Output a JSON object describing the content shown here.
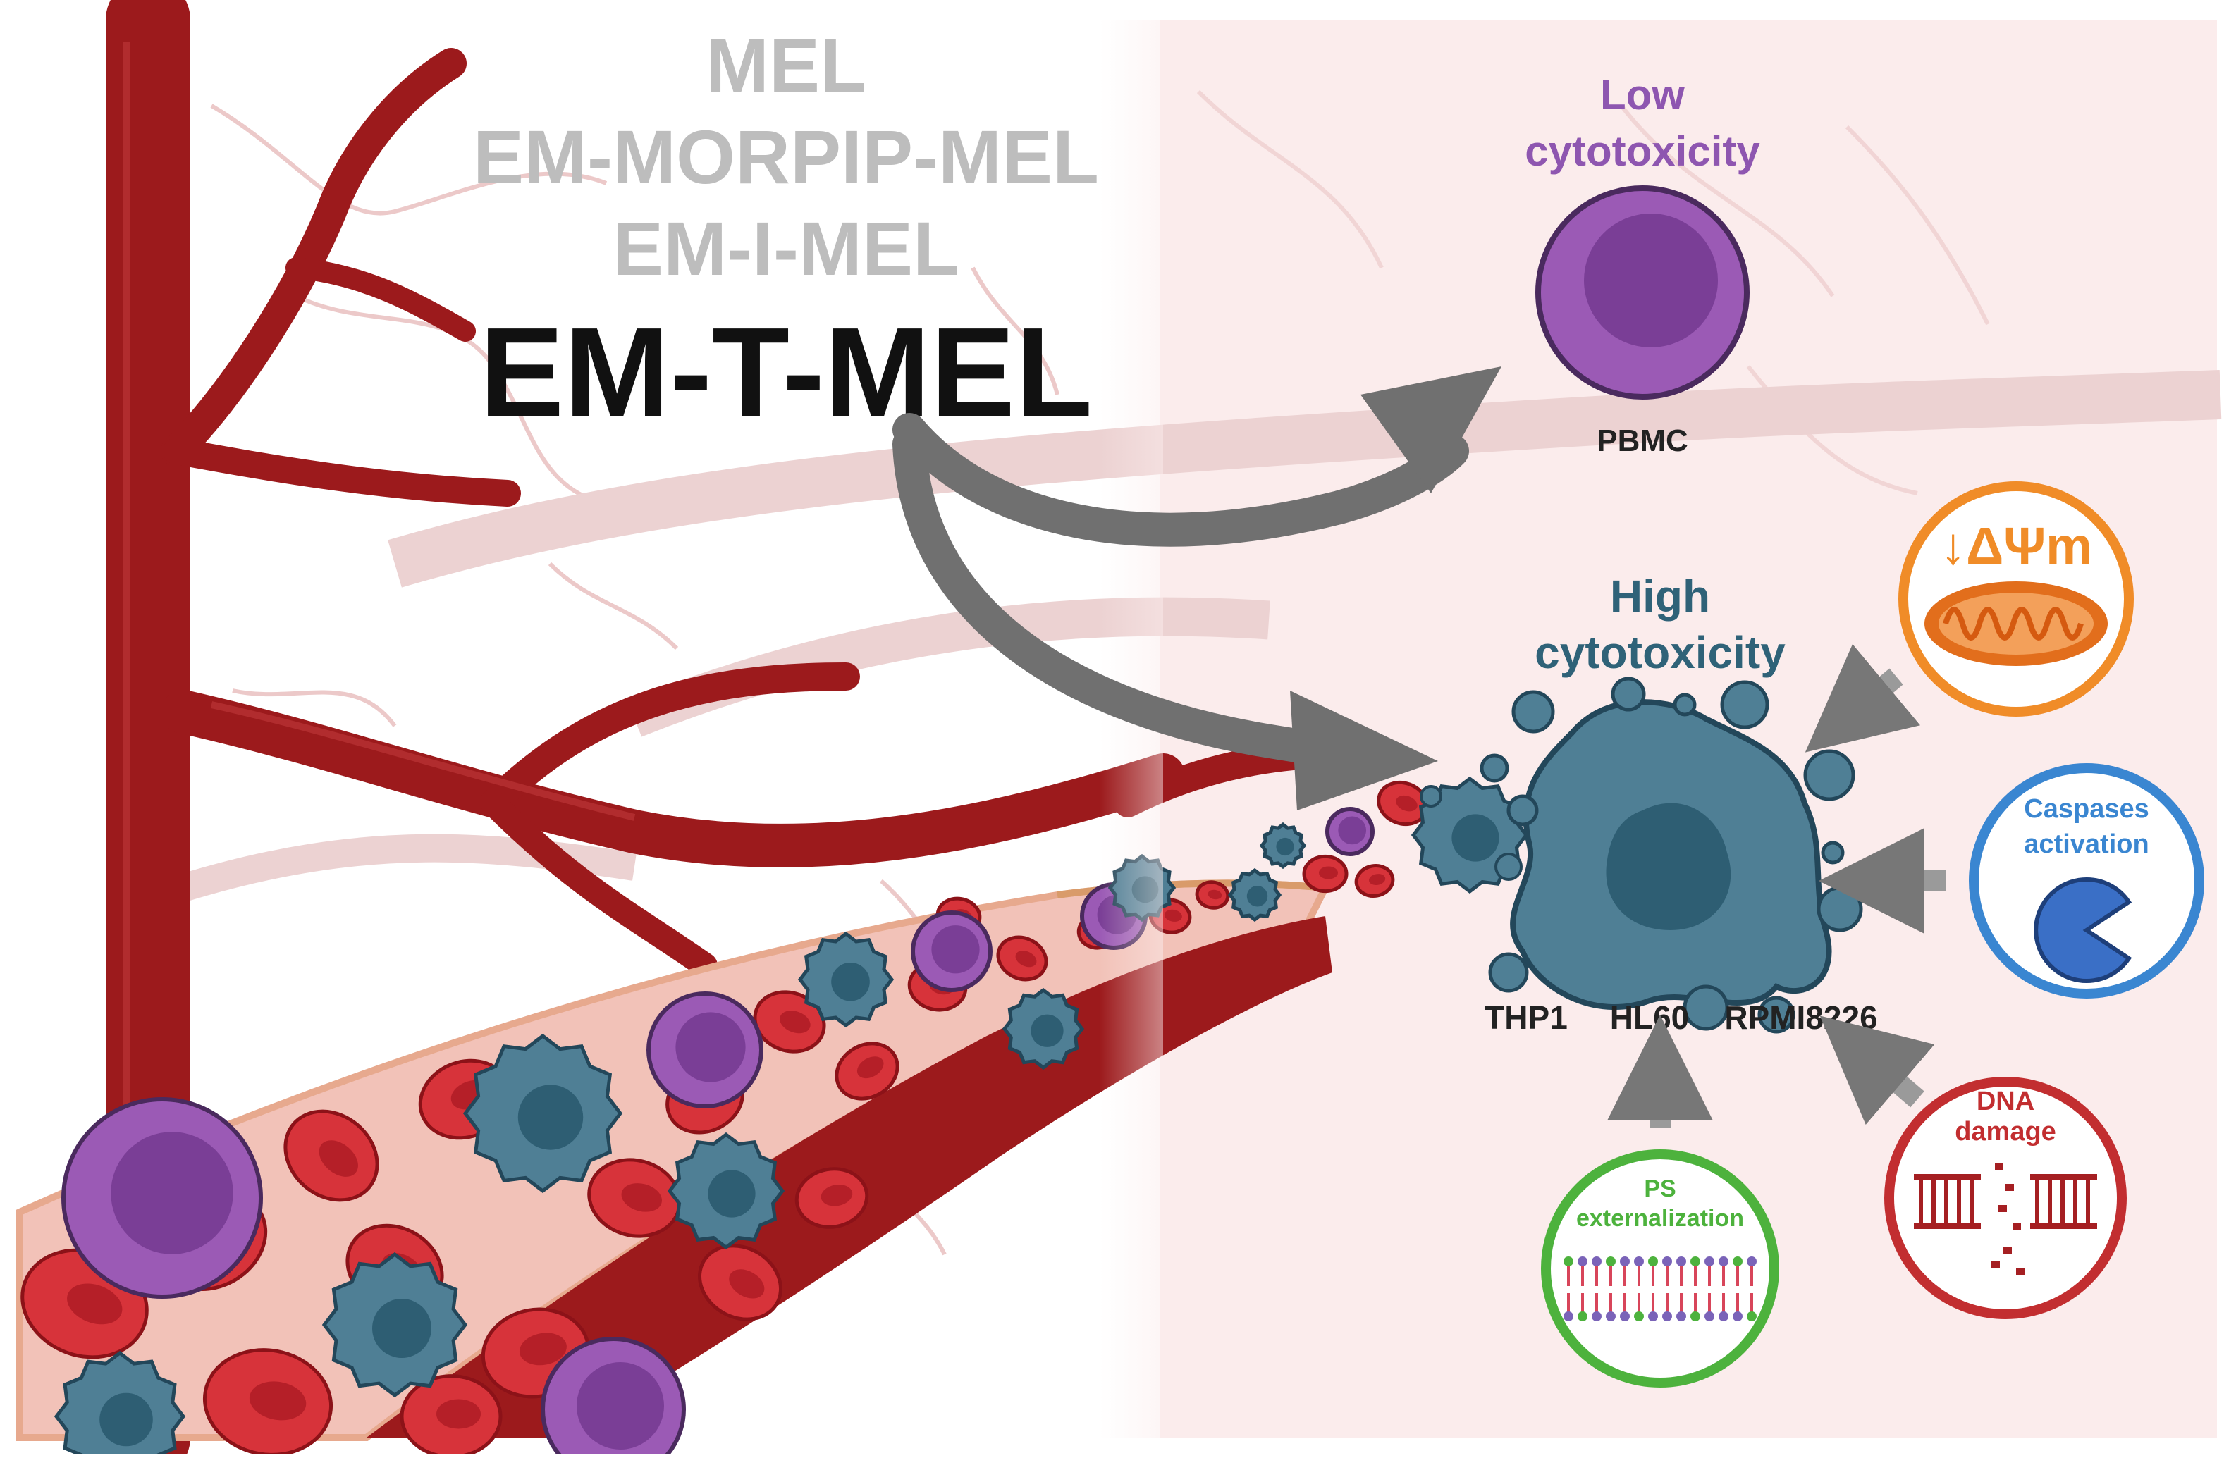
{
  "peptides": {
    "faded": [
      "MEL",
      "EM-MORPIP-MEL",
      "EM-I-MEL"
    ],
    "highlight": "EM-T-MEL"
  },
  "targets": {
    "low": {
      "line1": "Low",
      "line2": "cytotoxicity",
      "cell": "PBMC"
    },
    "high": {
      "line1": "High",
      "line2": "cytotoxicity",
      "cells": [
        "THP1",
        "HL60",
        "RPMI8226"
      ]
    }
  },
  "mechanisms": {
    "mito": {
      "label": "↓ΔΨm",
      "icon": "mitochondrion-icon"
    },
    "caspase": {
      "line1": "Caspases",
      "line2": "activation",
      "icon": "pacman-enzyme-icon"
    },
    "dna": {
      "line1": "DNA",
      "line2": "damage",
      "icon": "broken-dna-icon"
    },
    "ps": {
      "line1": "PS",
      "line2": "externalization",
      "icon": "lipid-bilayer-icon"
    }
  },
  "colors": {
    "vessel": "#9c1a1c",
    "rbc": "#d7333a",
    "cancer_cell": "#4f7f95",
    "pbmc": "#9b5ab5",
    "arrow": "#707070",
    "low_text": "#8e56b0",
    "high_text": "#2f6278",
    "mito_ring": "#f08c28",
    "caspase_ring": "#3a86d1",
    "dna_ring": "#c22e30",
    "ps_ring": "#4db23d"
  }
}
